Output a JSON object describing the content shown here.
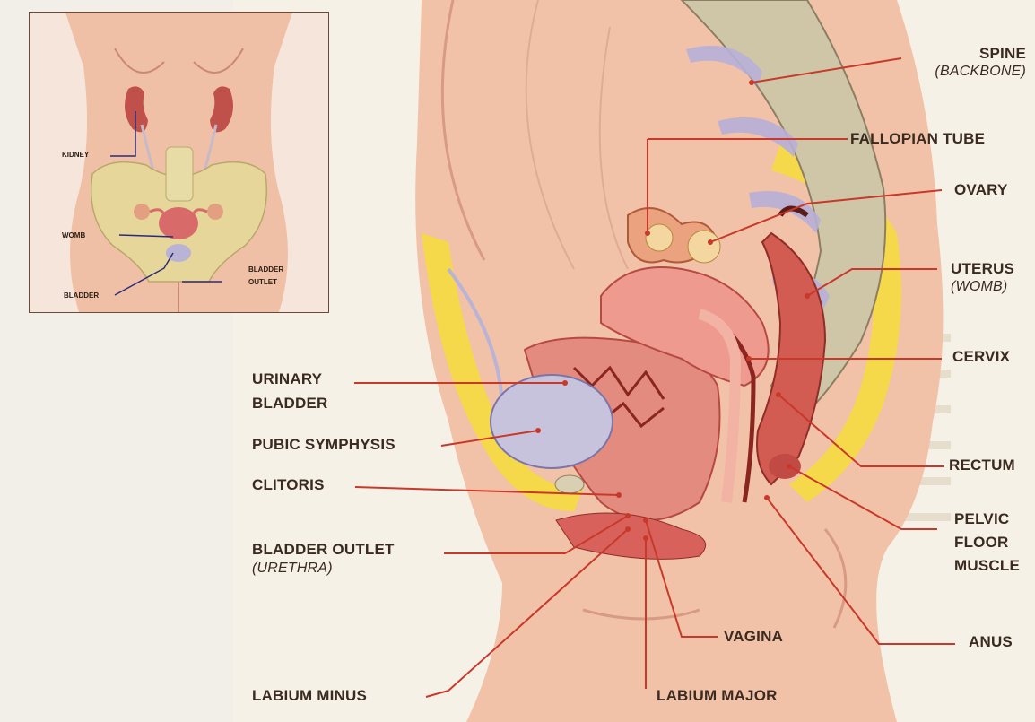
{
  "inset": {
    "labels": {
      "kidney": "KIDNEY",
      "womb": "WOMB",
      "bladder": "BLADDER",
      "bladder_outlet_1": "BLADDER",
      "bladder_outlet_2": "OUTLET"
    }
  },
  "labels": {
    "spine": "SPINE",
    "spine_sub": "(BACKBONE)",
    "fallopian_tube": "FALLOPIAN TUBE",
    "ovary": "OVARY",
    "uterus": "UTERUS",
    "uterus_sub": "(WOMB)",
    "cervix": "CERVIX",
    "rectum": "RECTUM",
    "pelvic_floor_1": "PELVIC",
    "pelvic_floor_2": "FLOOR",
    "pelvic_floor_3": "MUSCLE",
    "anus": "ANUS",
    "urinary_bladder_1": "URINARY",
    "urinary_bladder_2": "BLADDER",
    "pubic_symphysis": "PUBIC SYMPHYSIS",
    "clitoris": "CLITORIS",
    "bladder_outlet": "BLADDER OUTLET",
    "bladder_outlet_sub": "(URETHRA)",
    "vagina": "VAGINA",
    "labium_minus": "LABIUM MINUS",
    "labium_major": "LABIUM MAJOR"
  },
  "colors": {
    "skin": "#f1c2a8",
    "skin_shadow": "#d98f78",
    "fat": "#f5d94a",
    "bone": "#c9bf9a",
    "disc": "#b7b0d8",
    "muscle": "#d9615c",
    "uterus": "#e58d84",
    "bladder": "#c8c3dc",
    "leader": "#c8392b"
  }
}
